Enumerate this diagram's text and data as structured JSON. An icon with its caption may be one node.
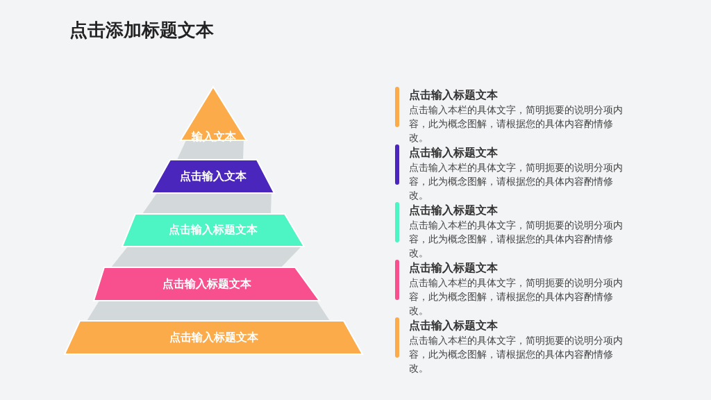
{
  "diagram": {
    "title": "点击添加标题文本",
    "nodes": [
      {
        "text": [
          "输入文本"
        ]
      },
      {
        "text": [
          "点击输入文本"
        ]
      },
      {
        "text": [
          "点击输入标题文本"
        ]
      },
      {
        "text": [
          "点击输入标题文本"
        ]
      },
      {
        "text": [
          "点击输入标题文本"
        ]
      }
    ],
    "labels": [
      "点击输入标题文本",
      "点击输入本栏的具体文字，简明扼要的说明分项内容，此为概念图解，请根据您的具体内容酌情修改。",
      "点击输入标题文本",
      "点击输入本栏的具体文字，简明扼要的说明分项内容，此为概念图解，请根据您的具体内容酌情修改。",
      "点击输入标题文本",
      "点击输入本栏的具体文字，简明扼要的说明分项内容，此为概念图解，请根据您的具体内容酌情修改。",
      "点击输入标题文本",
      "点击输入本栏的具体文字，简明扼要的说明分项内容，此为概念图解，请根据您的具体内容酌情修改。",
      "点击输入标题文本",
      "点击输入本栏的具体文字，简明扼要的说明分项内容，此为概念图解，请根据您的具体内容酌情修改。"
    ]
  }
}
